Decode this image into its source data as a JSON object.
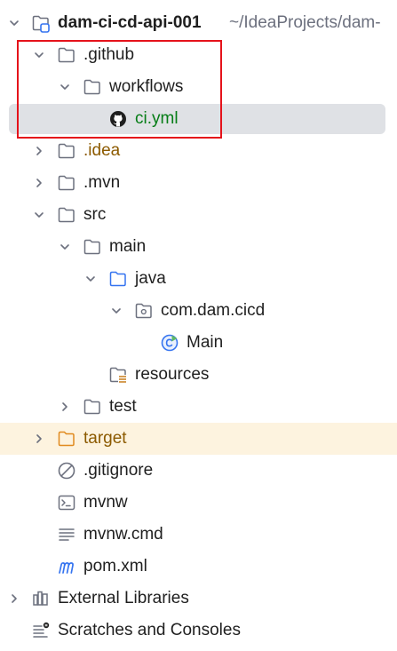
{
  "project": {
    "name": "dam-ci-cd-api-001",
    "path": "~/IdeaProjects/dam-"
  },
  "tree": {
    "github": ".github",
    "workflows": "workflows",
    "ci_yml": "ci.yml",
    "idea": ".idea",
    "mvn": ".mvn",
    "src": "src",
    "main": "main",
    "java": "java",
    "package": "com.dam.cicd",
    "main_class": "Main",
    "resources": "resources",
    "test": "test",
    "target": "target",
    "gitignore": ".gitignore",
    "mvnw": "mvnw",
    "mvnw_cmd": "mvnw.cmd",
    "pom": "pom.xml",
    "external_libraries": "External Libraries",
    "scratches": "Scratches and Consoles"
  },
  "colors": {
    "selection": "#dfe1e5",
    "excluded_bg": "#fdf3df",
    "highlight_box": "#e5131b",
    "vcs_added_green": "#067d17",
    "excluded_brown": "#8c5a00",
    "folder_blue": "#3574f0"
  },
  "icons": [
    "chevron-down-icon",
    "chevron-right-icon",
    "module-icon",
    "folder-icon",
    "github-icon",
    "source-folder-icon",
    "package-icon",
    "java-class-icon",
    "resources-folder-icon",
    "excluded-folder-icon",
    "ignore-file-icon",
    "shell-script-icon",
    "text-file-icon",
    "maven-icon",
    "libraries-icon",
    "scratches-icon"
  ]
}
